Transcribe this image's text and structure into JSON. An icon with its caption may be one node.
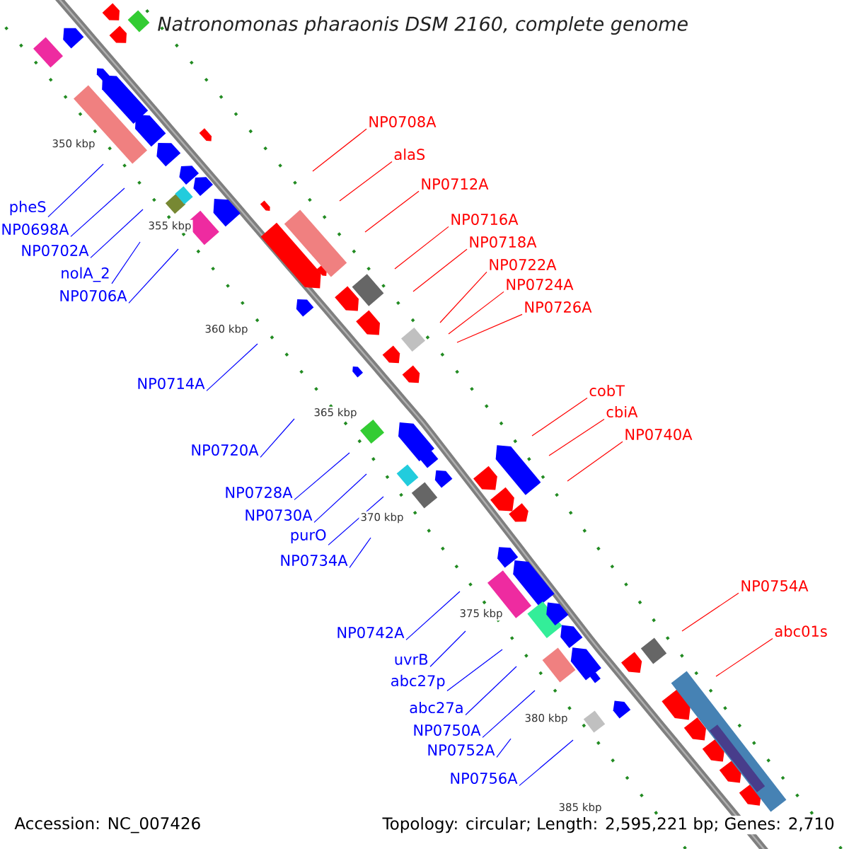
{
  "diagram": {
    "title": "Natronomonas pharaonis DSM 2160, complete genome",
    "nodes": [
      {
        "text": [
          "pheS"
        ]
      },
      {
        "text": [
          "NP0698A"
        ]
      },
      {
        "text": [
          "NP0702A"
        ]
      },
      {
        "text": [
          "nolA_2"
        ]
      },
      {
        "text": [
          "NP0706A"
        ]
      },
      {
        "text": [
          "NP0714A"
        ]
      },
      {
        "text": [
          "NP0720A"
        ]
      },
      {
        "text": [
          "NP0728A"
        ]
      },
      {
        "text": [
          "NP0730A"
        ]
      },
      {
        "text": [
          "purO"
        ]
      },
      {
        "text": [
          "NP0734A"
        ]
      },
      {
        "text": [
          "NP0742A"
        ]
      },
      {
        "text": [
          "uvrB"
        ]
      },
      {
        "text": [
          "abc27p"
        ]
      },
      {
        "text": [
          "abc27a"
        ]
      },
      {
        "text": [
          "NP0750A"
        ]
      },
      {
        "text": [
          "NP0752A"
        ]
      },
      {
        "text": [
          "NP0756A"
        ]
      },
      {
        "text": [
          "NP0708A"
        ]
      },
      {
        "text": [
          "alaS"
        ]
      },
      {
        "text": [
          "NP0712A"
        ]
      },
      {
        "text": [
          "NP0716A"
        ]
      },
      {
        "text": [
          "NP0718A"
        ]
      },
      {
        "text": [
          "NP0722A"
        ]
      },
      {
        "text": [
          "NP0724A"
        ]
      },
      {
        "text": [
          "NP0726A"
        ]
      },
      {
        "text": [
          "cobT"
        ]
      },
      {
        "text": [
          "cbiA"
        ]
      },
      {
        "text": [
          "NP0740A"
        ]
      },
      {
        "text": [
          "NP0754A"
        ]
      },
      {
        "text": [
          "abc01s"
        ]
      }
    ],
    "edges": [
      {
        "from": 0,
        "to": null,
        "arrow": "none"
      },
      {
        "from": 1,
        "to": null,
        "arrow": "none"
      },
      {
        "from": 2,
        "to": null,
        "arrow": "none"
      },
      {
        "from": 3,
        "to": null,
        "arrow": "none"
      },
      {
        "from": 4,
        "to": null,
        "arrow": "none"
      },
      {
        "from": 5,
        "to": null,
        "arrow": "none"
      },
      {
        "from": 6,
        "to": null,
        "arrow": "none"
      },
      {
        "from": 7,
        "to": null,
        "arrow": "none"
      },
      {
        "from": 8,
        "to": null,
        "arrow": "none"
      },
      {
        "from": 9,
        "to": null,
        "arrow": "none"
      },
      {
        "from": 10,
        "to": null,
        "arrow": "none"
      },
      {
        "from": 11,
        "to": null,
        "arrow": "none"
      },
      {
        "from": 12,
        "to": null,
        "arrow": "none"
      },
      {
        "from": 13,
        "to": null,
        "arrow": "none"
      },
      {
        "from": 14,
        "to": null,
        "arrow": "none"
      },
      {
        "from": 15,
        "to": null,
        "arrow": "none"
      },
      {
        "from": 16,
        "to": null,
        "arrow": "none"
      },
      {
        "from": 17,
        "to": null,
        "arrow": "none"
      },
      {
        "from": 18,
        "to": null,
        "arrow": "none",
        "color": "#ff0000"
      },
      {
        "from": 19,
        "to": null,
        "arrow": "none",
        "color": "#ff0000"
      },
      {
        "from": 20,
        "to": null,
        "arrow": "none",
        "color": "#ff0000"
      },
      {
        "from": 21,
        "to": null,
        "arrow": "none",
        "color": "#ff0000"
      },
      {
        "from": 22,
        "to": null,
        "arrow": "none",
        "color": "#ff0000"
      },
      {
        "from": 23,
        "to": null,
        "arrow": "none",
        "color": "#ff0000"
      },
      {
        "from": 24,
        "to": null,
        "arrow": "none",
        "color": "#ff0000"
      },
      {
        "from": 25,
        "to": null,
        "arrow": "none",
        "color": "#ff0000"
      },
      {
        "from": 26,
        "to": null,
        "arrow": "none",
        "color": "#ff0000"
      },
      {
        "from": 27,
        "to": null,
        "arrow": "none",
        "color": "#ff0000"
      },
      {
        "from": 28,
        "to": null,
        "arrow": "none",
        "color": "#ff0000"
      },
      {
        "from": 29,
        "to": null,
        "arrow": "none",
        "color": "#ff0000"
      },
      {
        "from": 30,
        "to": null,
        "arrow": "none",
        "color": "#ff0000"
      }
    ],
    "labels": [
      "350 kbp",
      "355 kbp",
      "360 kbp",
      "365 kbp",
      "370 kbp",
      "375 kbp",
      "380 kbp",
      "385 kbp",
      "Accession: NC_007426",
      "Topology: circular; Length: 2,595,221 bp; Genes: 2,710"
    ]
  }
}
